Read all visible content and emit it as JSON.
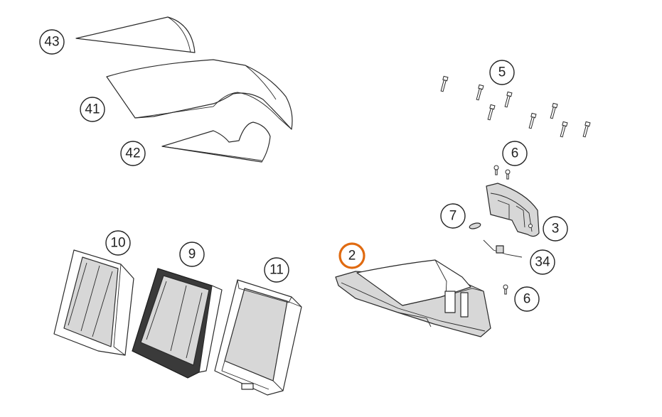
{
  "diagram": {
    "highlight_color": "#e06a10",
    "callouts": [
      {
        "id": "43",
        "label": "43"
      },
      {
        "id": "41",
        "label": "41"
      },
      {
        "id": "42",
        "label": "42"
      },
      {
        "id": "5",
        "label": "5"
      },
      {
        "id": "6a",
        "label": "6"
      },
      {
        "id": "7",
        "label": "7"
      },
      {
        "id": "3",
        "label": "3"
      },
      {
        "id": "34",
        "label": "34"
      },
      {
        "id": "6b",
        "label": "6"
      },
      {
        "id": "10",
        "label": "10"
      },
      {
        "id": "9",
        "label": "9"
      },
      {
        "id": "11",
        "label": "11"
      },
      {
        "id": "2",
        "label": "2",
        "highlighted": true
      }
    ]
  }
}
